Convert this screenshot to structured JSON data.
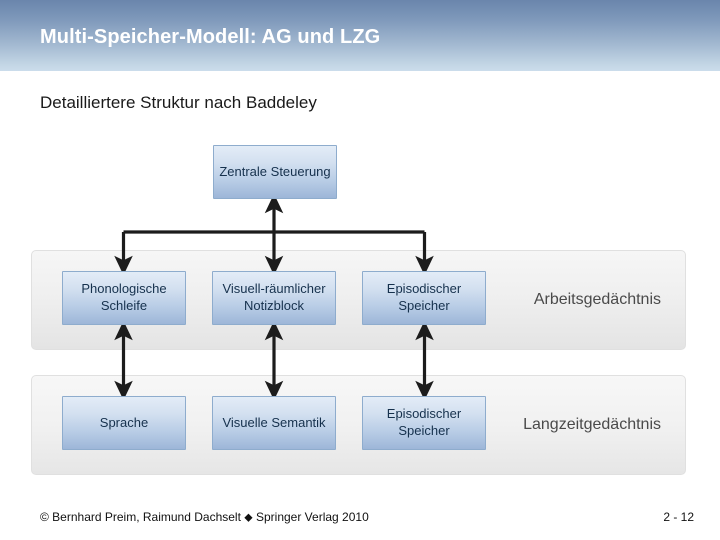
{
  "slide": {
    "title": "Multi-Speicher-Modell: AG und LZG",
    "subtitle": "Detailliertere Struktur nach Baddeley"
  },
  "diagram": {
    "central_box": "Zentrale Steuerung",
    "working_memory": {
      "band_label": "Arbeitsgedächtnis",
      "boxes": [
        {
          "label": "Phonologische Schleife"
        },
        {
          "label": "Visuell-räumlicher Notizblock"
        },
        {
          "label": "Episodischer Speicher"
        }
      ]
    },
    "long_term_memory": {
      "band_label": "Langzeitgedächtnis",
      "boxes": [
        {
          "label": "Sprache"
        },
        {
          "label": "Visuelle Semantik"
        },
        {
          "label": "Episodischer Speicher"
        }
      ]
    },
    "connectors": {
      "bus_description": "horizontal-bus-to-three-subsystems",
      "arrow_color": "#1c1c1c"
    }
  },
  "footer": {
    "copyright": "© Bernhard Preim, Raimund Dachselt  ⬥  Springer Verlag 2010",
    "page_number": "2 - 12"
  },
  "colors": {
    "title_gradient_top": "#6a85ac",
    "title_gradient_bottom": "#cbdceb",
    "box_border": "#8eaccd",
    "box_gradient_top": "#e3ecf7",
    "box_gradient_bottom": "#9db6d8",
    "band_background": "#efefef",
    "band_label_text": "#4a4a4a",
    "box_text": "#16314d"
  }
}
